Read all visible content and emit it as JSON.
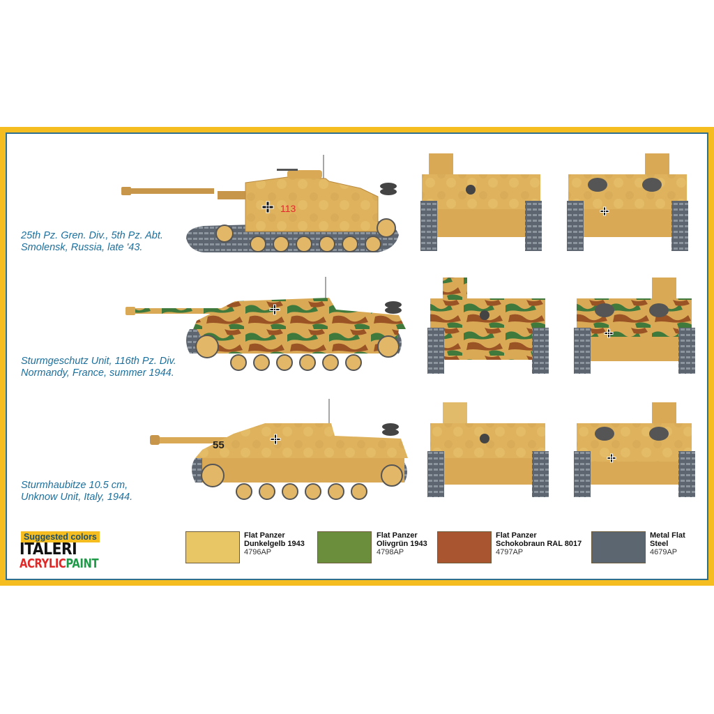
{
  "frame": {
    "border_color": "#f5bd1f",
    "inner_border_color": "#2e6e8e",
    "background": "#ffffff"
  },
  "vehicles": [
    {
      "caption_line1": "25th Pz. Gren. Div., 5th Pz. Abt.",
      "caption_line2": "Smolensk, Russia, late '43.",
      "scheme": "dunkelgelb",
      "marking_number": "113",
      "marking_number_color": "#e02a2a",
      "views": [
        "side-view",
        "front-view",
        "rear-view"
      ]
    },
    {
      "caption_line1": "Sturmgeschutz Unit, 116th Pz. Div.",
      "caption_line2": "Normandy, France, summer 1944.",
      "scheme": "three-tone-camouflage",
      "marking_number": "",
      "views": [
        "side-view",
        "front-view",
        "rear-view"
      ]
    },
    {
      "caption_line1": "Sturmhaubitze 10.5 cm,",
      "caption_line2": "Unknow Unit, Italy, 1944.",
      "scheme": "dunkelgelb",
      "marking_number": "55",
      "marking_number_color": "#222222",
      "views": [
        "side-view",
        "front-view",
        "rear-view"
      ]
    }
  ],
  "legend": {
    "badge": "Suggested colors",
    "brand_line1": "ITALERI",
    "brand_line2_a": "ACRYLIC",
    "brand_line2_b": "PAINT",
    "colors": [
      {
        "line1": "Flat Panzer",
        "line2": "Dunkelgelb 1943",
        "code": "4796AP",
        "hex": "#e8c565"
      },
      {
        "line1": "Flat Panzer",
        "line2": "Olivgrün 1943",
        "code": "4798AP",
        "hex": "#6b8e3c"
      },
      {
        "line1": "Flat Panzer",
        "line2": "Schokobraun RAL 8017",
        "code": "4797AP",
        "hex": "#a9552f"
      },
      {
        "line1": "Metal Flat",
        "line2": "Steel",
        "code": "4679AP",
        "hex": "#5b6670"
      }
    ]
  }
}
